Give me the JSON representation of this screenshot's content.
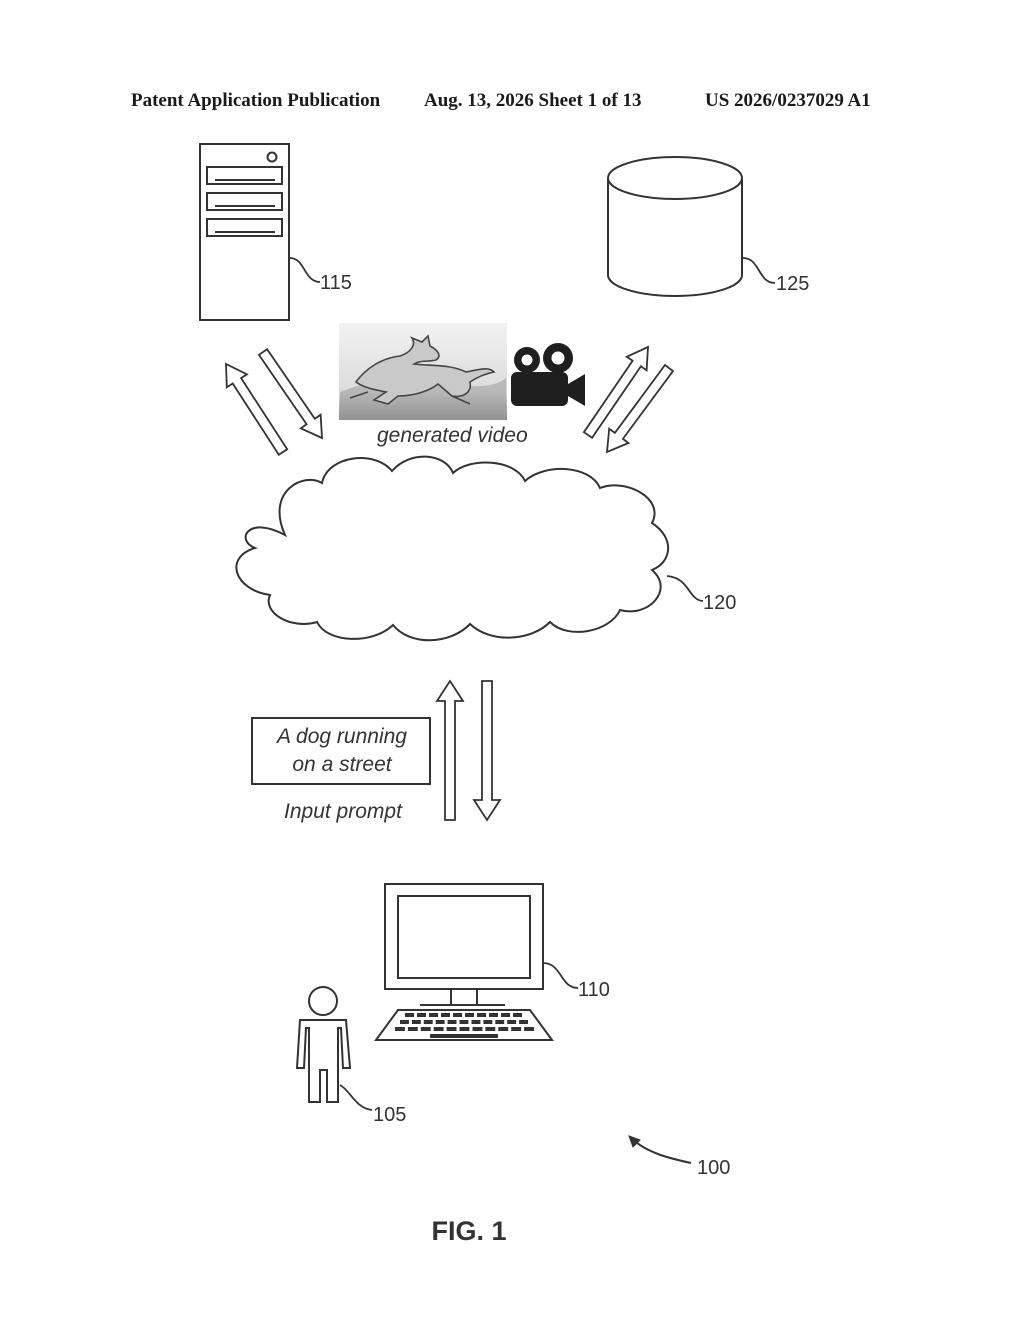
{
  "header": {
    "publication": "Patent Application Publication",
    "date_sheet": "Aug. 13, 2026  Sheet 1 of 13",
    "number": "US 2026/0237029 A1"
  },
  "labels": {
    "user": "105",
    "computer": "110",
    "server": "115",
    "cloud": "120",
    "database": "125",
    "system": "100"
  },
  "captions": {
    "generated_video": "generated video",
    "prompt_line1": "A dog running",
    "prompt_line2": "on a street",
    "input_prompt": "Input prompt"
  },
  "figure_label": "FIG. 1"
}
